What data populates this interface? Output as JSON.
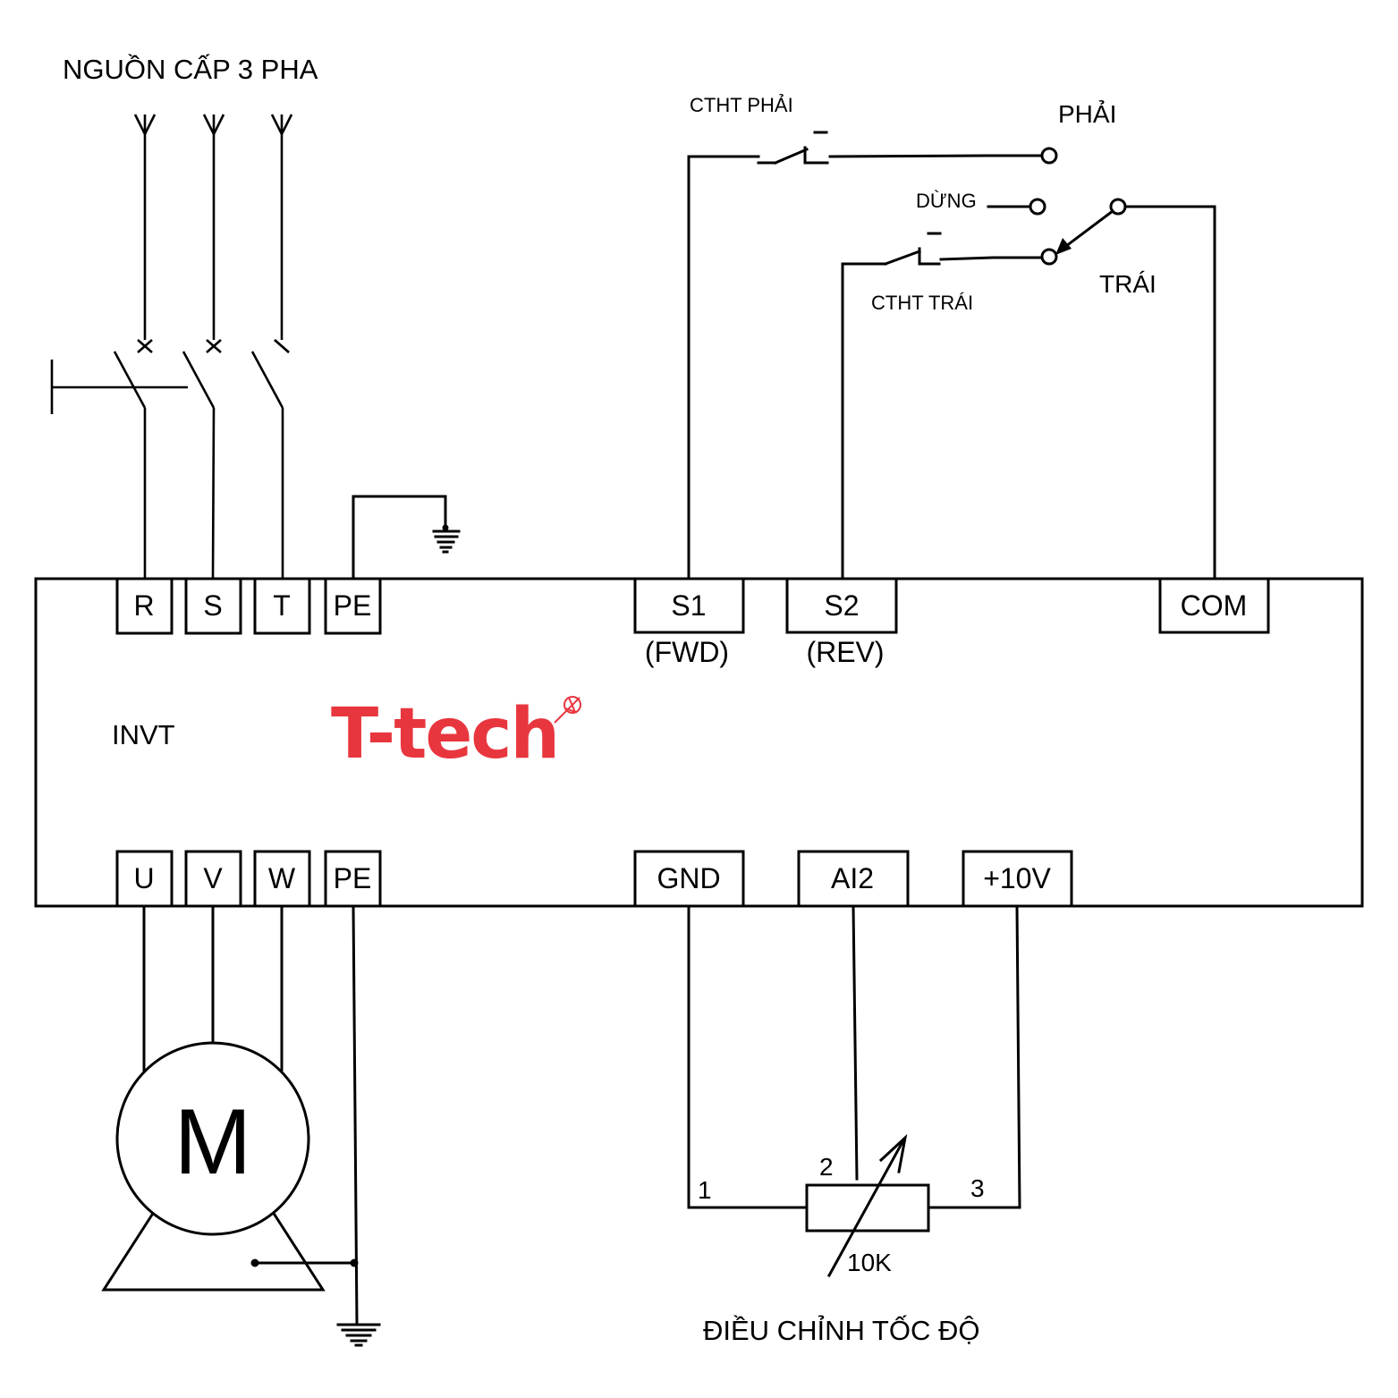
{
  "title": "NGUỒN CẤP 3 PHA",
  "inverter": {
    "brand_label": "INVT",
    "logo_text": "T-tech",
    "logo_color": "#E8363F",
    "top_terminals": [
      "R",
      "S",
      "T",
      "PE",
      "S1",
      "S2",
      "COM"
    ],
    "s1_note": "(FWD)",
    "s2_note": "(REV)",
    "bottom_terminals": [
      "U",
      "V",
      "W",
      "PE",
      "GND",
      "AI2",
      "+10V"
    ]
  },
  "control": {
    "right_limit_switch": "CTHT PHẢI",
    "left_limit_switch": "CTHT TRÁI",
    "pos_right": "PHẢI",
    "pos_stop": "DỪNG",
    "pos_left": "TRÁI"
  },
  "motor": {
    "symbol": "M"
  },
  "potentiometer": {
    "pin1": "1",
    "pin2": "2",
    "pin3": "3",
    "value": "10K",
    "caption": "ĐIỀU CHỈNH TỐC ĐỘ"
  },
  "line_color": "#000000"
}
